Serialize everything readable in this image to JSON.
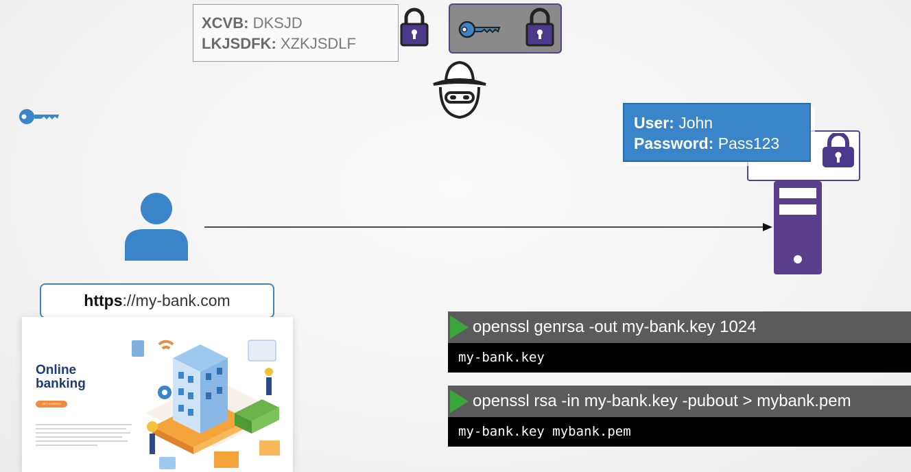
{
  "encrypted_data": {
    "line1_label": "XCVB:",
    "line1_value": "DKSJD",
    "line2_label": "LKJSDFK:",
    "line2_value": "XZKJSDLF"
  },
  "credentials": {
    "user_label": "User:",
    "user_value": "John",
    "password_label": "Password:",
    "password_value": "Pass123"
  },
  "url": {
    "scheme": "https",
    "rest": "://my-bank.com"
  },
  "website": {
    "title_line1": "Online",
    "title_line2": "banking",
    "button_label": "GET STARTED"
  },
  "terminal": {
    "commands": [
      {
        "command": "openssl genrsa -out my-bank.key 1024",
        "output": "my-bank.key"
      },
      {
        "command": "openssl rsa -in my-bank.key -pubout > mybank.pem",
        "output": "my-bank.key mybank.pem"
      }
    ]
  },
  "colors": {
    "key_blue": "#3a85c9",
    "lock_purple": "#4b3a8c",
    "server_purple": "#5a3f8c",
    "terminal_green": "#3aa53a"
  },
  "icons": [
    "padlock-icon",
    "key-icon",
    "hacker-icon",
    "user-icon",
    "server-icon"
  ]
}
